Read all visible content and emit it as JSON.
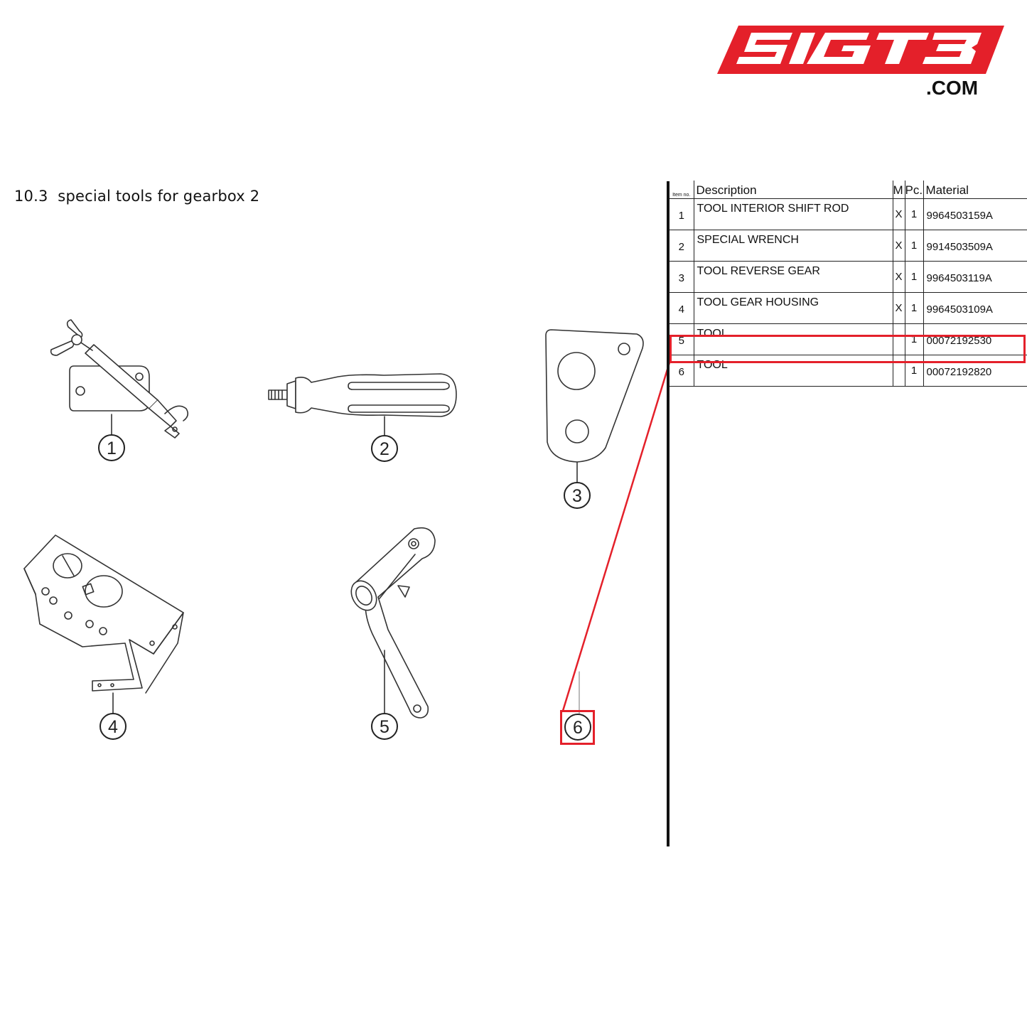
{
  "brand": {
    "logo_text": "SIGT3",
    "logo_domain": ".COM",
    "accent_color": "#e4202a"
  },
  "section": {
    "title": "10.3  special tools for gearbox 2"
  },
  "diagram": {
    "callouts": [
      "1",
      "2",
      "3",
      "4",
      "5",
      "6"
    ],
    "highlighted_item": "6",
    "highlight_color": "#e4202a"
  },
  "table": {
    "headers": {
      "item": "Item no.",
      "description": "Description",
      "m": "M",
      "pc": "Pc.",
      "material": "Material"
    },
    "rows": [
      {
        "item": "1",
        "description": "TOOL INTERIOR SHIFT ROD",
        "m": "X",
        "pc": "1",
        "material": "9964503159A"
      },
      {
        "item": "2",
        "description": "SPECIAL WRENCH",
        "m": "X",
        "pc": "1",
        "material": "9914503509A"
      },
      {
        "item": "3",
        "description": "TOOL REVERSE GEAR",
        "m": "X",
        "pc": "1",
        "material": "9964503119A"
      },
      {
        "item": "4",
        "description": "TOOL GEAR HOUSING",
        "m": "X",
        "pc": "1",
        "material": "9964503109A"
      },
      {
        "item": "5",
        "description": "TOOL",
        "m": "",
        "pc": "1",
        "material": "00072192530"
      },
      {
        "item": "6",
        "description": "TOOL",
        "m": "",
        "pc": "1",
        "material": "00072192820"
      }
    ]
  }
}
